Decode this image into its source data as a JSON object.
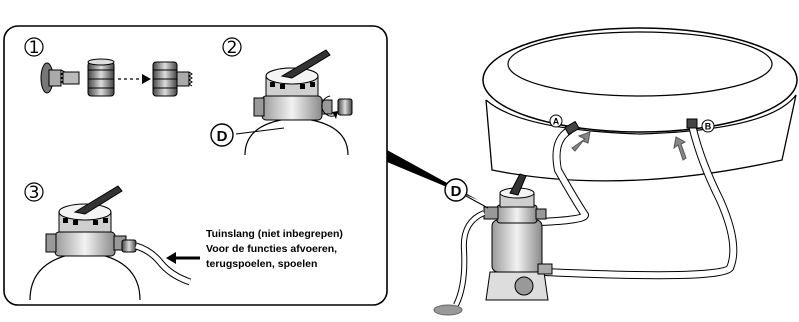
{
  "steps": [
    {
      "label": "1"
    },
    {
      "label": "2"
    },
    {
      "label": "3"
    }
  ],
  "callouts": {
    "D": "D",
    "A": "A",
    "B": "B"
  },
  "note_lines": [
    "Tuinslang (niet inbegrepen)",
    "Voor de functies afvoeren,",
    "terugspoelen, spoelen"
  ],
  "icons": [
    "hose-adapter-icon",
    "nut-icon",
    "hose-connector-icon",
    "multiport-valve-icon",
    "filter-tank-icon",
    "pool-icon",
    "arrow-icon",
    "rotate-icon"
  ]
}
